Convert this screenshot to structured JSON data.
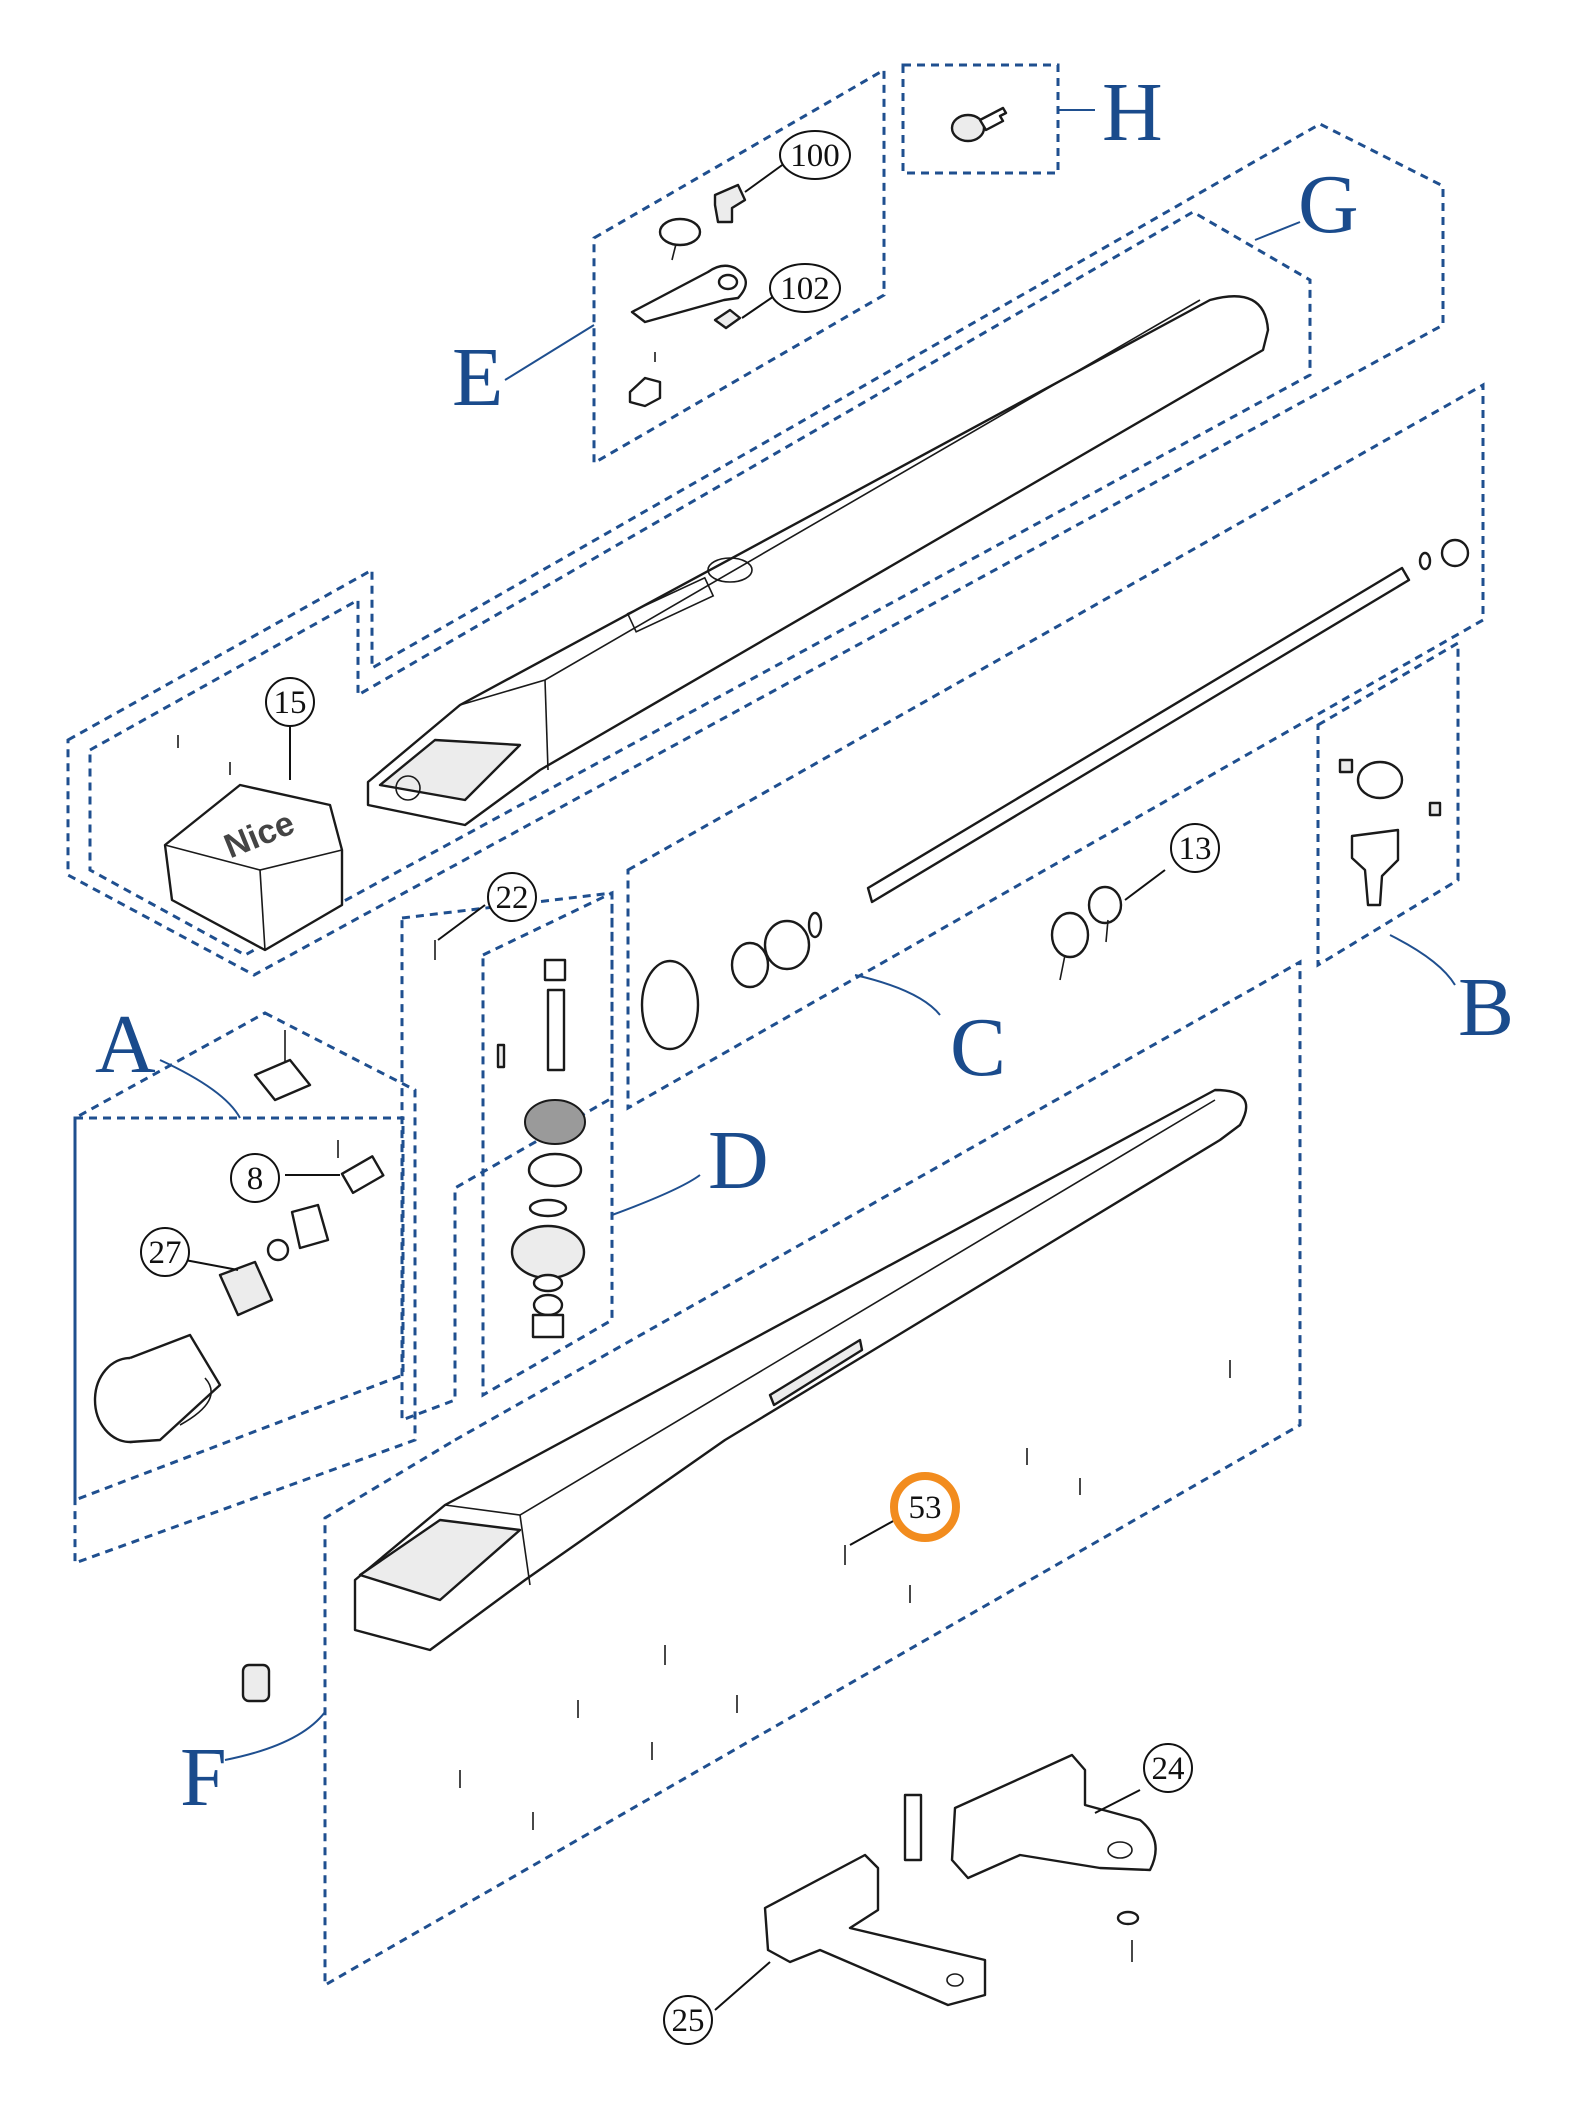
{
  "colors": {
    "group_line": "#1f4f8f",
    "group_label": "#1a4b8c",
    "highlight": "#f28c1e",
    "line": "#1a1a1a"
  },
  "groups": {
    "A": "A",
    "B": "B",
    "C": "C",
    "D": "D",
    "E": "E",
    "F": "F",
    "G": "G",
    "H": "H"
  },
  "callouts": {
    "c100": "100",
    "c102": "102",
    "c15": "15",
    "c13": "13",
    "c22": "22",
    "c8": "8",
    "c27": "27",
    "c53": "53",
    "c24": "24",
    "c25": "25"
  },
  "cover_logo": "Nice",
  "highlighted_callout": "53"
}
